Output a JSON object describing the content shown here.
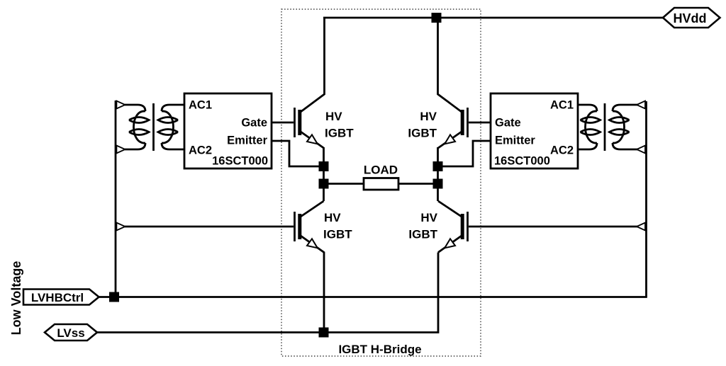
{
  "diagram": {
    "region_label": "IGBT H-Bridge",
    "side_label": "Low Voltage",
    "load_label": "LOAD",
    "terminals": {
      "hvdd": "HVdd",
      "lvhbctrl": "LVHBCtrl",
      "lvss": "LVss"
    },
    "driver_left": {
      "ac1": "AC1",
      "ac2": "AC2",
      "gate": "Gate",
      "emitter": "Emitter",
      "part": "16SCT000"
    },
    "driver_right": {
      "ac1": "AC1",
      "ac2": "AC2",
      "gate": "Gate",
      "emitter": "Emitter",
      "part": "16SCT000"
    },
    "igbt_top_left": {
      "l1": "HV",
      "l2": "IGBT"
    },
    "igbt_top_right": {
      "l1": "HV",
      "l2": "IGBT"
    },
    "igbt_bottom_left": {
      "l1": "HV",
      "l2": "IGBT"
    },
    "igbt_bottom_right": {
      "l1": "HV",
      "l2": "IGBT"
    },
    "colors": {
      "line": "#000000",
      "background": "#ffffff"
    }
  }
}
